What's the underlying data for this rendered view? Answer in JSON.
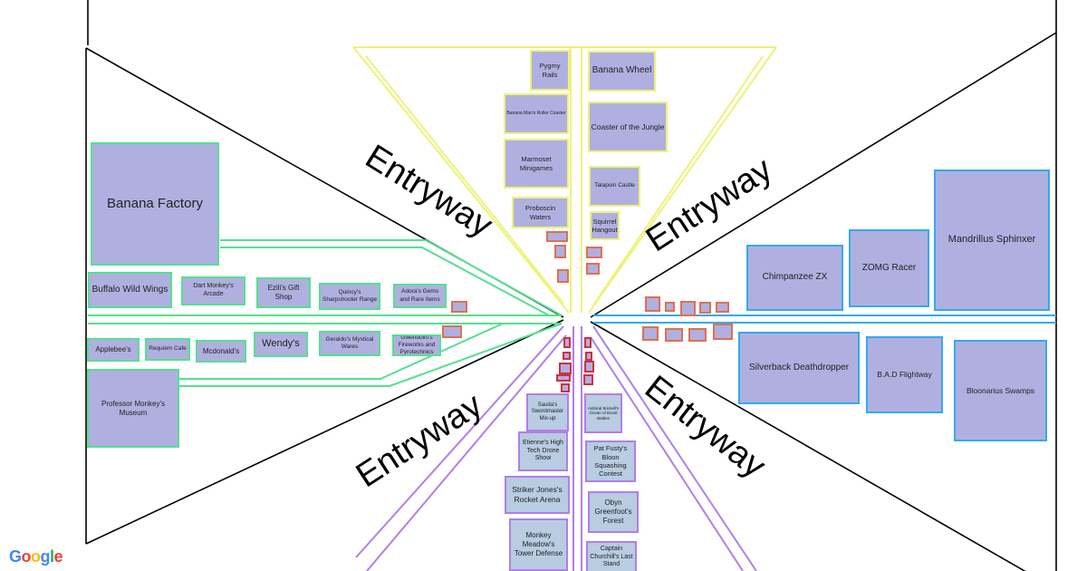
{
  "entry_label": "Entryway",
  "logo": "Google",
  "colors": {
    "fill": "#b0b0e0",
    "green": "#55e090",
    "yellow": "#eef27a",
    "blue": "#33aaee",
    "purple": "#b27ee8",
    "stall": "#e07050"
  },
  "green_zone": [
    "Banana Factory",
    "Buffalo Wild Wings",
    "Dart Monkey's Arcade",
    "Ezili's Gift Shop",
    "Quincy's Sharpshooter Range",
    "Adora's Gems and Rare Items",
    "Applebee's",
    "Requiem Cafe",
    "Mcdonald's",
    "Wendy's",
    "Geraldo's Mystical Wares",
    "Gwendolin's Fireworks and Pyrotechnics",
    "Professor Monkey's Museum"
  ],
  "yellow_zone": [
    "Pygmy Rails",
    "Banana Man's Roller Coaster",
    "Marmoset Minigames",
    "Proboscin Waters",
    "Banana Wheel",
    "Coaster of the Jungle",
    "Talapoin Castle",
    "Squirrel Hangout"
  ],
  "blue_zone": [
    "Chimpanzee ZX",
    "ZOMG Racer",
    "Mandrillus Sphinxer",
    "Silverback Deathdropper",
    "B.A.D Flightway",
    "Bloonarius Swamps"
  ],
  "purple_zone": [
    "Sauda's Swordmaster Mix-up",
    "Admiral Brickell's Ocean of Boost Battles",
    "Etienne's High Tech Drone Show",
    "Striker Jones's Rocket Arena",
    "Monkey Meadow's Tower Defense",
    "Pat Fusty's Bloon Squashing Contest",
    "Obyn Greenfoot's Forest",
    "Captain Churchill's Last Stand"
  ]
}
